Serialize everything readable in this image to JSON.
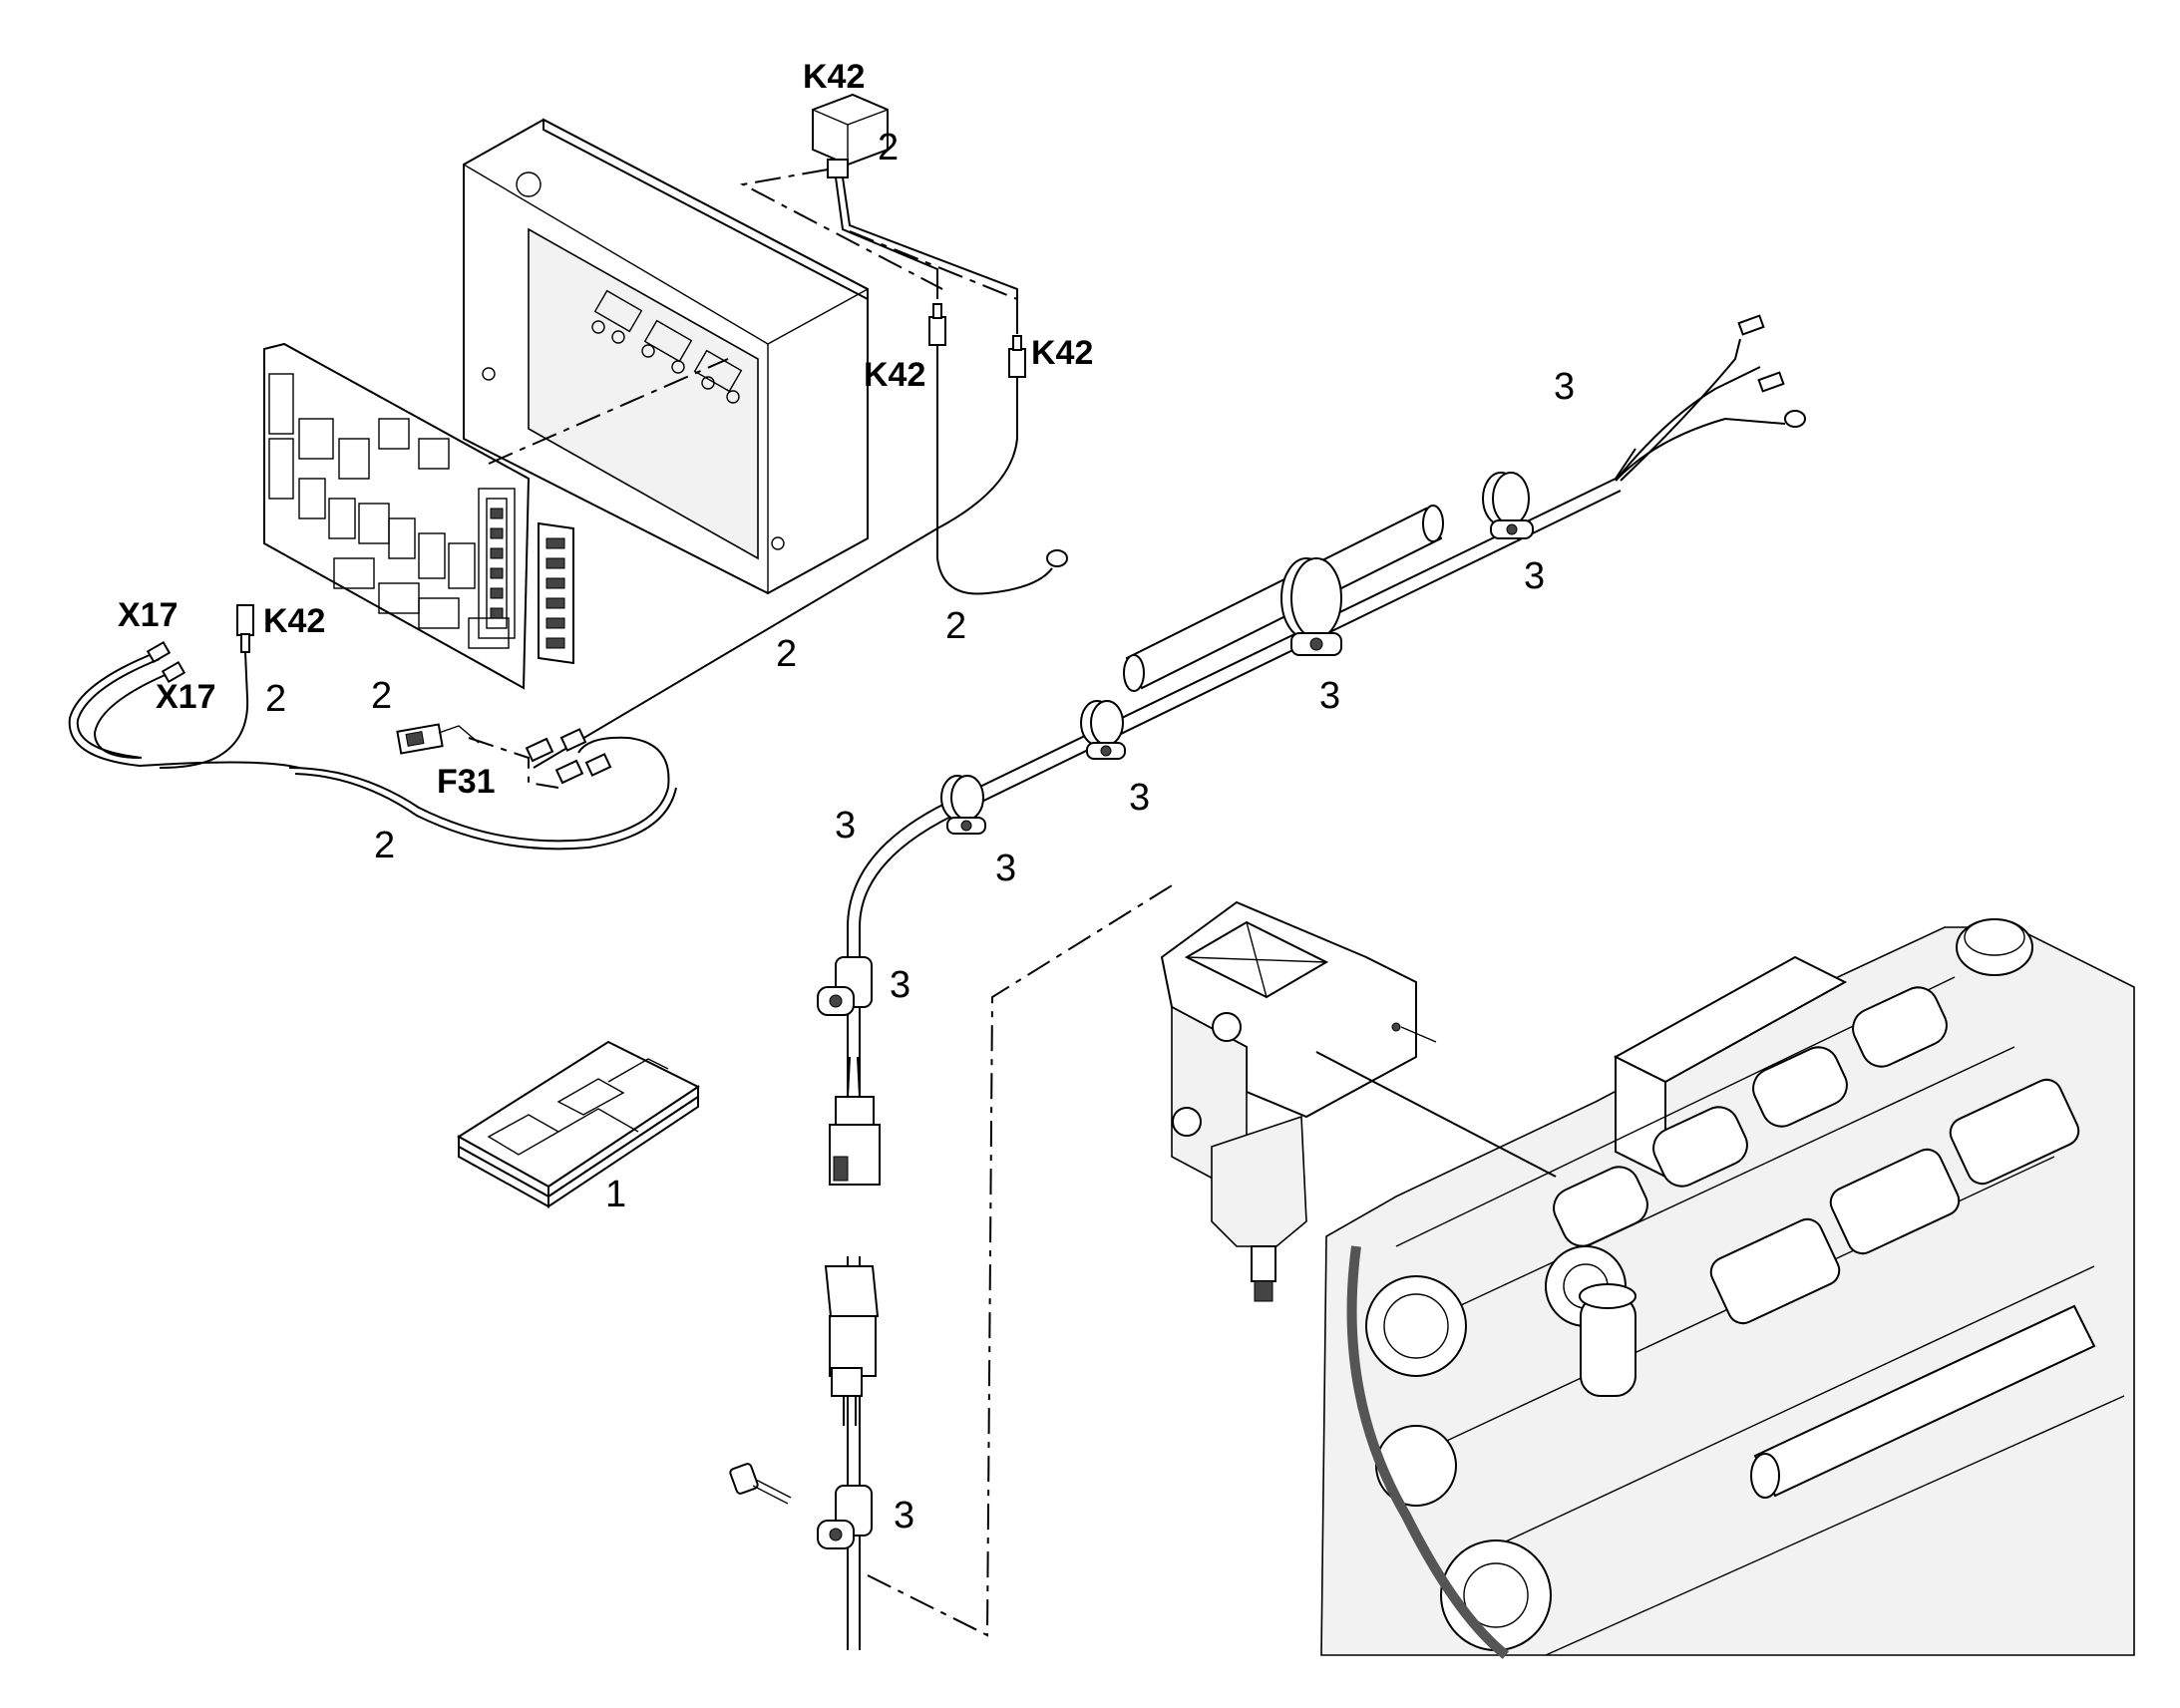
{
  "callouts": {
    "k42_relay": "K42",
    "k42_upper_left": "K42",
    "k42_upper_right": "K42",
    "k42_lower": "K42",
    "x17_a": "X17",
    "x17_b": "X17",
    "f31": "F31"
  },
  "items": {
    "item1": "1",
    "item2": "2",
    "item3": "3"
  },
  "colors": {
    "line": "#000000",
    "background": "#ffffff",
    "shade": "#f2f2f2"
  }
}
